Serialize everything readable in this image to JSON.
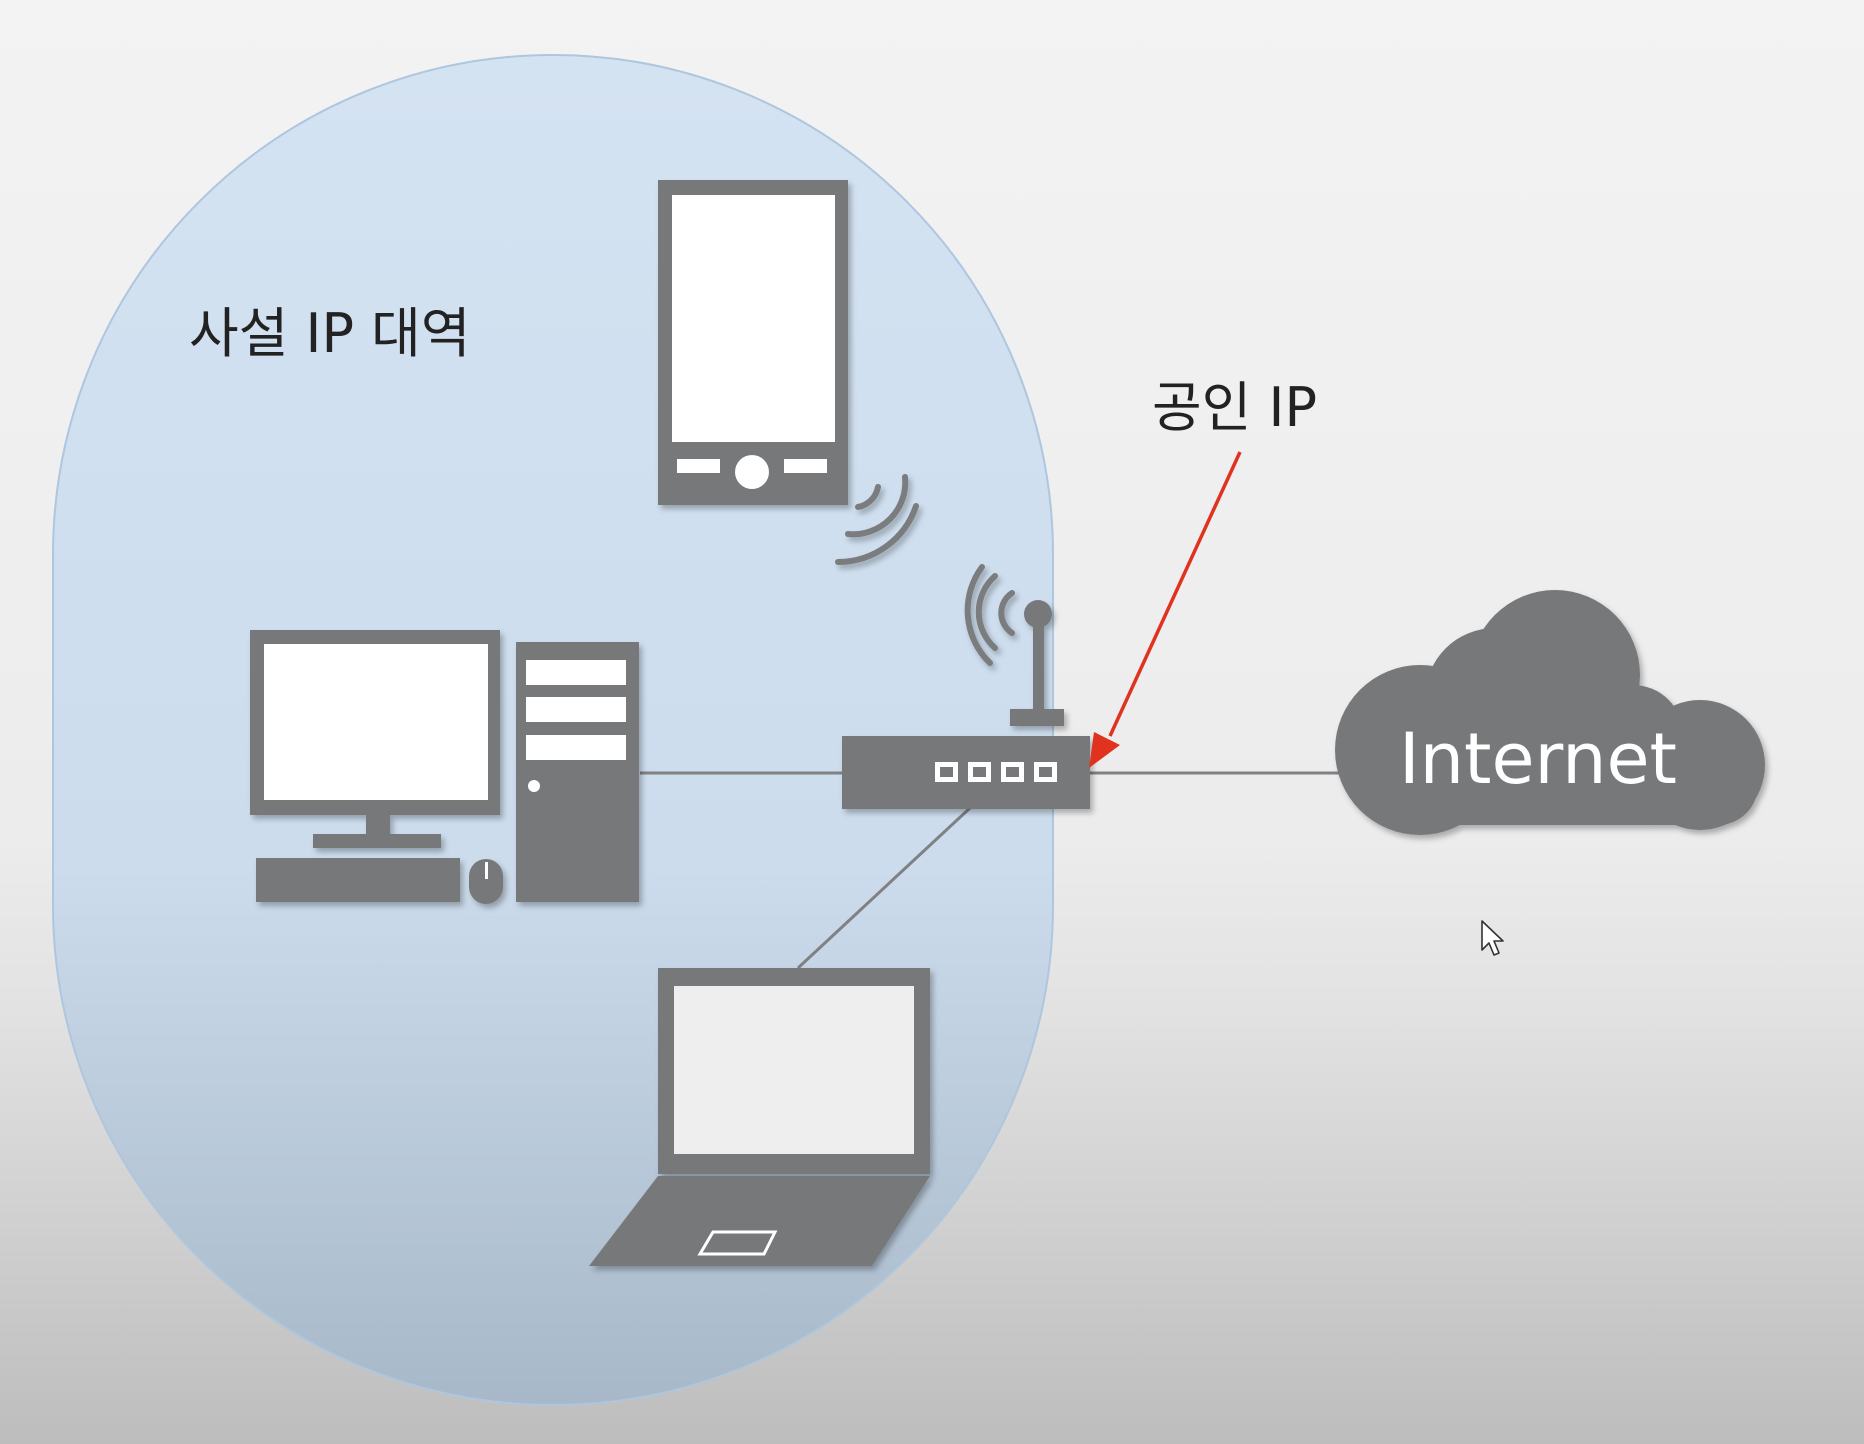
{
  "diagram": {
    "private_zone_label": "사설 IP 대역",
    "public_ip_label": "공인 IP",
    "internet_label": "Internet"
  },
  "colors": {
    "device": "#77787a",
    "zone_fill": "#c9dcef",
    "zone_edge": "#a9c2dc",
    "arrow": "#e0321e",
    "background_top": "#f4f4f4",
    "background_bottom": "#bcbcbc"
  }
}
